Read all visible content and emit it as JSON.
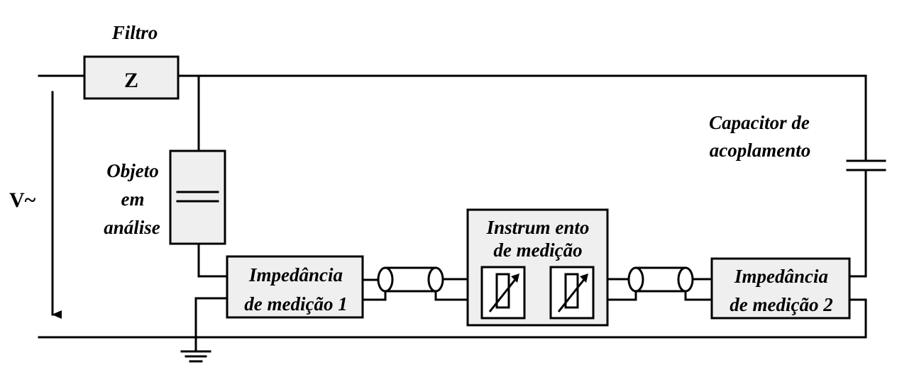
{
  "labels": {
    "filter": "Filtro",
    "impedance_symbol": "Z",
    "voltage": "V~",
    "object_lines": [
      "Objeto",
      "em",
      "análise"
    ],
    "capacitor_lines": [
      "Capacitor de",
      "acoplamento"
    ],
    "instrument_lines": [
      "Instrum ento",
      "de medição"
    ],
    "impedance1_lines": [
      "Impedância",
      "de medição 1"
    ],
    "impedance2_lines": [
      "Impedância",
      "de medição 2"
    ]
  },
  "colors": {
    "line": "#000000",
    "box_fill": "#efefef",
    "background": "#ffffff"
  }
}
